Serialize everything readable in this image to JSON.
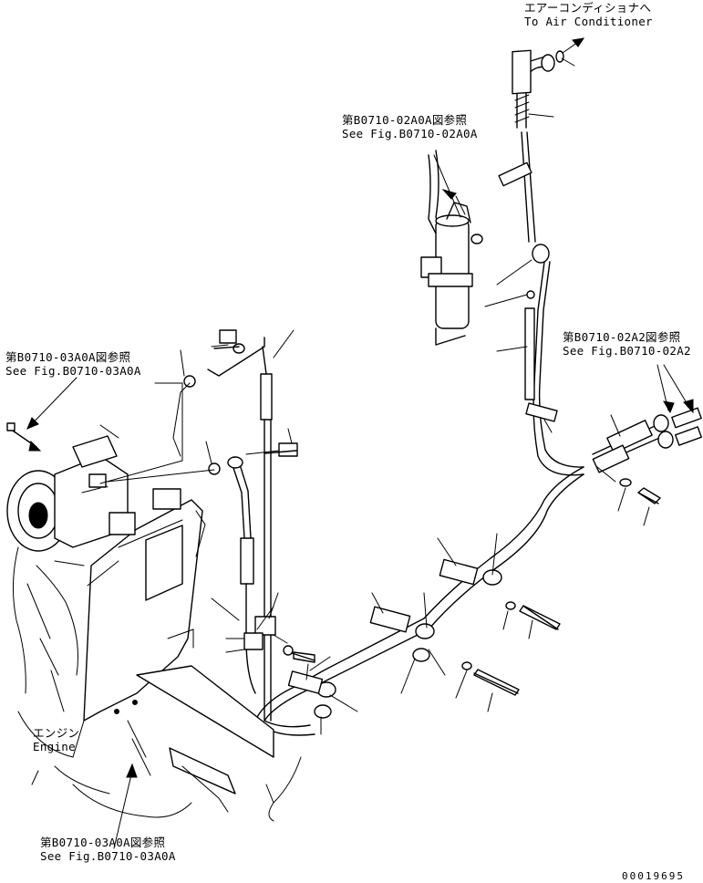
{
  "labels": {
    "to_air_conditioner": {
      "jp": "エアーコンディショナへ",
      "en": "To Air Conditioner"
    },
    "ref_02A0A": {
      "jp": "第B0710-02A0A図参照",
      "en": "See Fig.B0710-02A0A"
    },
    "ref_03A0A_left": {
      "jp": "第B0710-03A0A図参照",
      "en": "See Fig.B0710-03A0A"
    },
    "ref_02A2": {
      "jp": "第B0710-02A2図参照",
      "en": "See Fig.B0710-02A2"
    },
    "engine": {
      "jp": "エンジン",
      "en": "Engine"
    },
    "ref_03A0A_bottom": {
      "jp": "第B0710-03A0A図参照",
      "en": "See Fig.B0710-03A0A"
    }
  },
  "drawing_number": "00019695"
}
